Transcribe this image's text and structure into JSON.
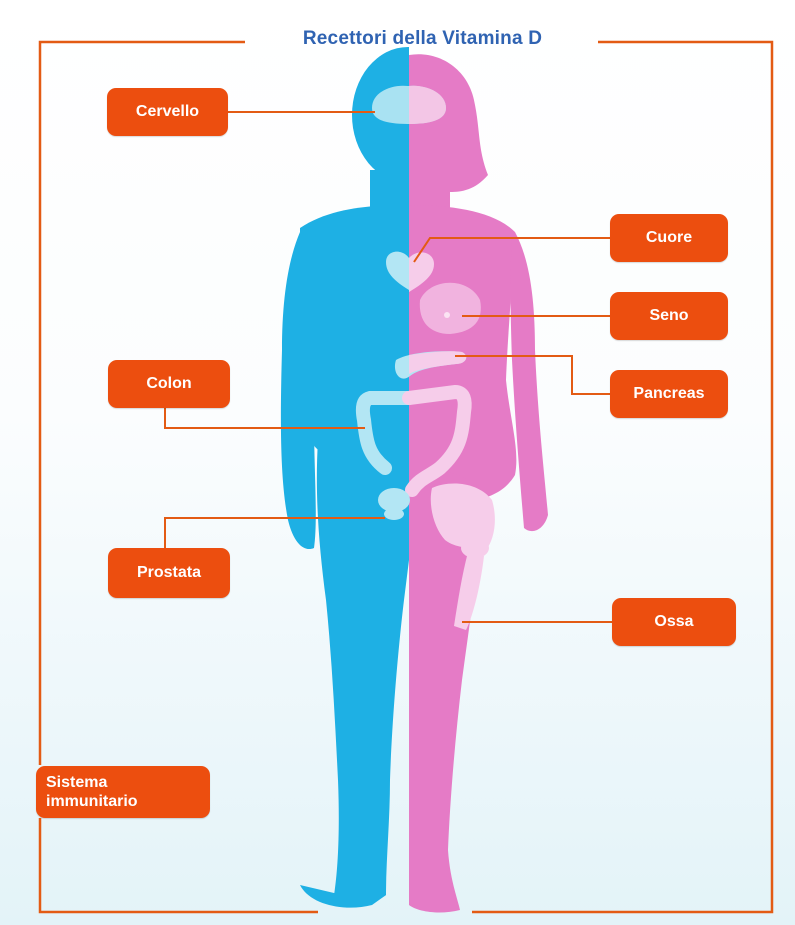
{
  "title": "Recettori della Vitamina D",
  "labels": {
    "cervello": "Cervello",
    "cuore": "Cuore",
    "seno": "Seno",
    "pancreas": "Pancreas",
    "colon": "Colon",
    "prostata": "Prostata",
    "ossa": "Ossa",
    "sistema_line1": "Sistema",
    "sistema_line2": "immunitario"
  },
  "colors": {
    "title": "#2f63b2",
    "label_bg": "#ec4e0f",
    "connector": "#e35b14",
    "male_body": "#1eb0e4",
    "female_body": "#e57bc6"
  }
}
